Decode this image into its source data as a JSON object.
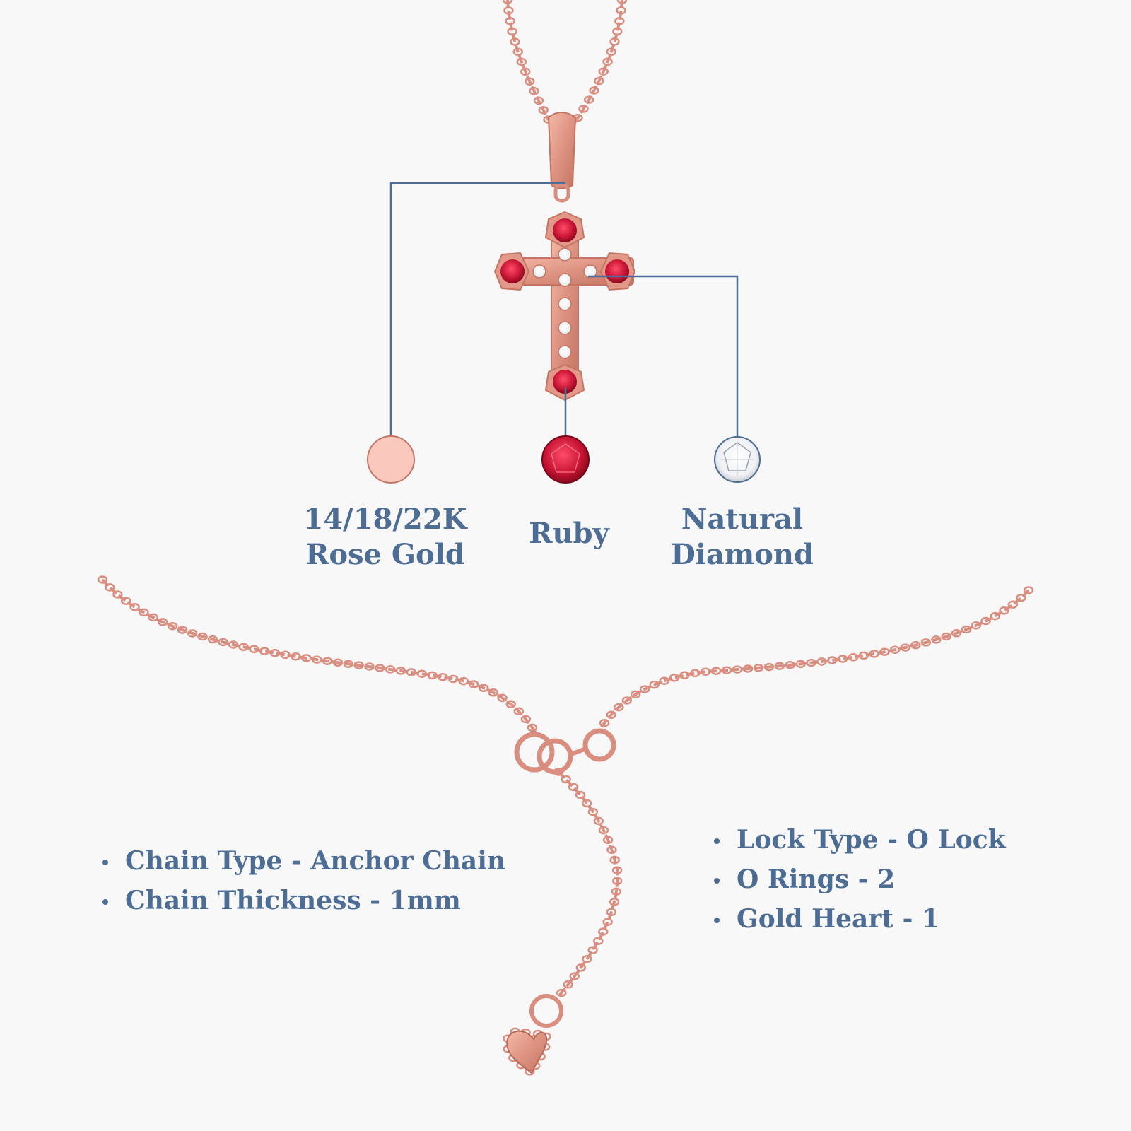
{
  "colors": {
    "background": "#f8f8f9",
    "text": "#4d6d95",
    "callout_line": "#4d6d95",
    "rose_gold": "#d98e80",
    "rose_gold_swatch": "#fbc8bd",
    "ruby": "#c81535",
    "diamond": "#ffffff"
  },
  "materials": [
    {
      "id": "gold",
      "icon": "rose-gold-swatch-icon",
      "lines": [
        "14/18/22K",
        "Rose Gold"
      ]
    },
    {
      "id": "ruby",
      "icon": "ruby-gem-icon",
      "lines": [
        "Ruby"
      ]
    },
    {
      "id": "diamond",
      "icon": "diamond-gem-icon",
      "lines": [
        "Natural",
        "Diamond"
      ]
    }
  ],
  "specs_left": [
    "Chain Type - Anchor Chain",
    "Chain Thickness - 1mm"
  ],
  "specs_right": [
    "Lock Type - O Lock",
    "O Rings - 2",
    "Gold Heart - 1"
  ]
}
